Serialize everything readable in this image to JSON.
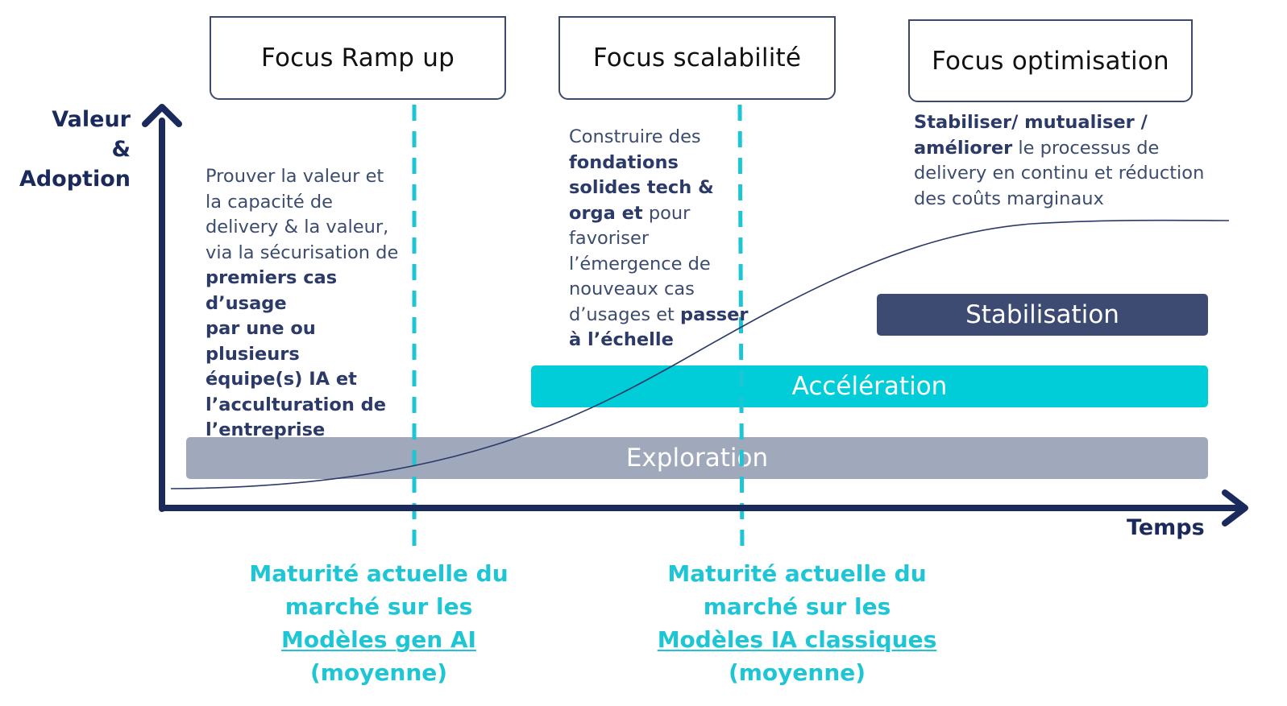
{
  "axes": {
    "y_label_line1": "Valeur",
    "y_label_line2": "&",
    "y_label_line3": "Adoption",
    "x_label": "Temps"
  },
  "focus_boxes": [
    {
      "label": "Focus Ramp up"
    },
    {
      "label": "Focus scalabilité"
    },
    {
      "label": "Focus optimisation"
    }
  ],
  "phase1_text": {
    "l1": "Prouver la valeur et",
    "l2": "la capacité de",
    "l3": "delivery & la valeur,",
    "l4": "via la sécurisation de",
    "l5": "premiers cas d’usage",
    "l6": "par une ou plusieurs",
    "l7": "équipe(s) IA et",
    "l8": "l’acculturation de",
    "l9": "l’entreprise"
  },
  "phase2_text": {
    "l1": "Construire des",
    "l2": "fondations",
    "l3": "solides tech &",
    "l4_bold": "orga et",
    "l4_rest": " pour",
    "l5": "favoriser",
    "l6": "l’émergence de",
    "l7": "nouveaux cas",
    "l8_rest": "d’usages et ",
    "l8_bold": "passer",
    "l9": "à l’échelle"
  },
  "phase3_text": {
    "l1": "Stabiliser/ mutualiser /",
    "l2_bold": "améliorer",
    "l2_rest": " le processus de",
    "l3": "delivery en continu et réduction",
    "l4": "des coûts marginaux"
  },
  "bars": {
    "stabilisation": "Stabilisation",
    "acceleration": "Accélération",
    "exploration": "Exploration"
  },
  "maturity_genai": {
    "l1": "Maturité actuelle du",
    "l2": "marché sur les",
    "l3": "Modèles gen AI",
    "l4": "(moyenne)"
  },
  "maturity_classic": {
    "l1": "Maturité actuelle du",
    "l2": "marché sur les",
    "l3": "Modèles IA classiques",
    "l4": "(moyenne)"
  },
  "colors": {
    "axis": "#1b2a5c",
    "stabilisation_bar": "#3d4a72",
    "acceleration_bar": "#00cdd8",
    "exploration_bar": "#a0a8bc",
    "dashed_line": "#1ec5d4",
    "maturity_text": "#1ec5d4"
  }
}
